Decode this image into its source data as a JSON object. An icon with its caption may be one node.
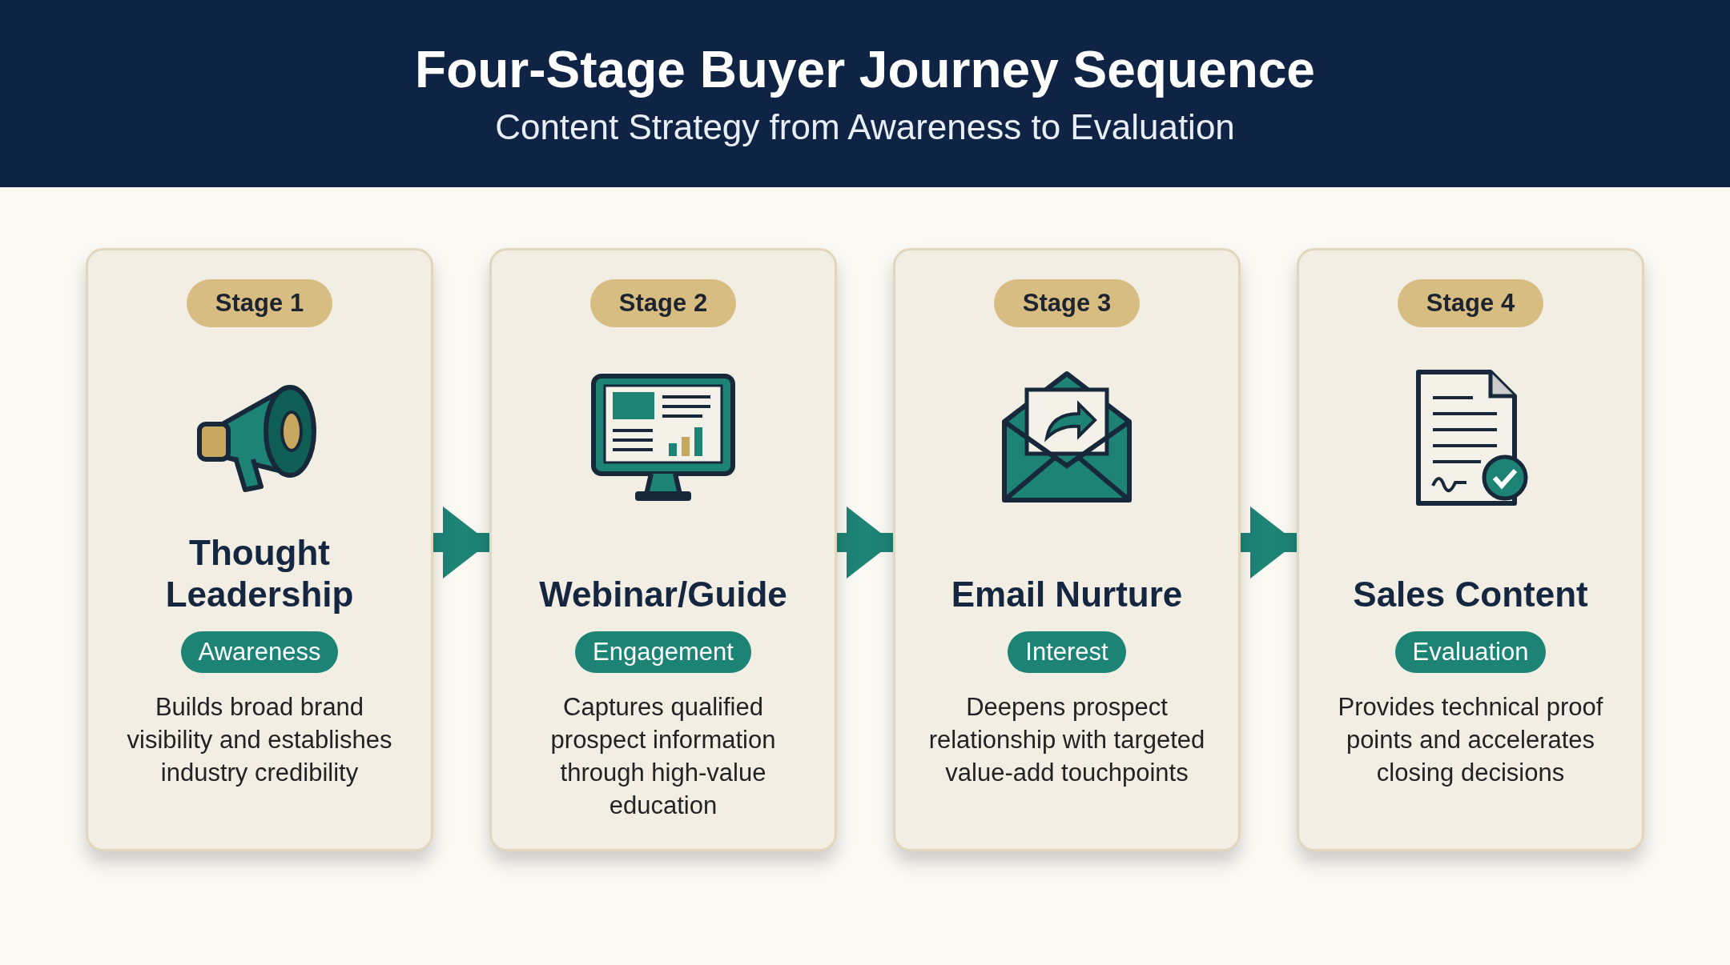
{
  "diagram": {
    "title": "Four-Stage Buyer Journey Sequence",
    "caption": "Content Strategy from Awareness to Evaluation",
    "nodes": [
      {
        "text": [
          "Stage 1",
          "Thought Leadership",
          "Awareness",
          "Builds broad brand visibility and establishes industry credibility"
        ]
      },
      {
        "text": [
          "Stage 2",
          "Webinar/Guide",
          "Engagement",
          "Captures qualified prospect information through high-value education"
        ]
      },
      {
        "text": [
          "Stage 3",
          "Email Nurture",
          "Interest",
          "Deepens prospect relationship with targeted value-add touchpoints"
        ]
      },
      {
        "text": [
          "Stage 4",
          "Sales Content",
          "Evaluation",
          "Provides technical proof points and accelerates closing decisions"
        ]
      }
    ],
    "edges": [
      {
        "from": 0,
        "to": 1,
        "arrow": "to"
      },
      {
        "from": 1,
        "to": 2,
        "arrow": "to"
      },
      {
        "from": 2,
        "to": 3,
        "arrow": "to"
      }
    ]
  }
}
